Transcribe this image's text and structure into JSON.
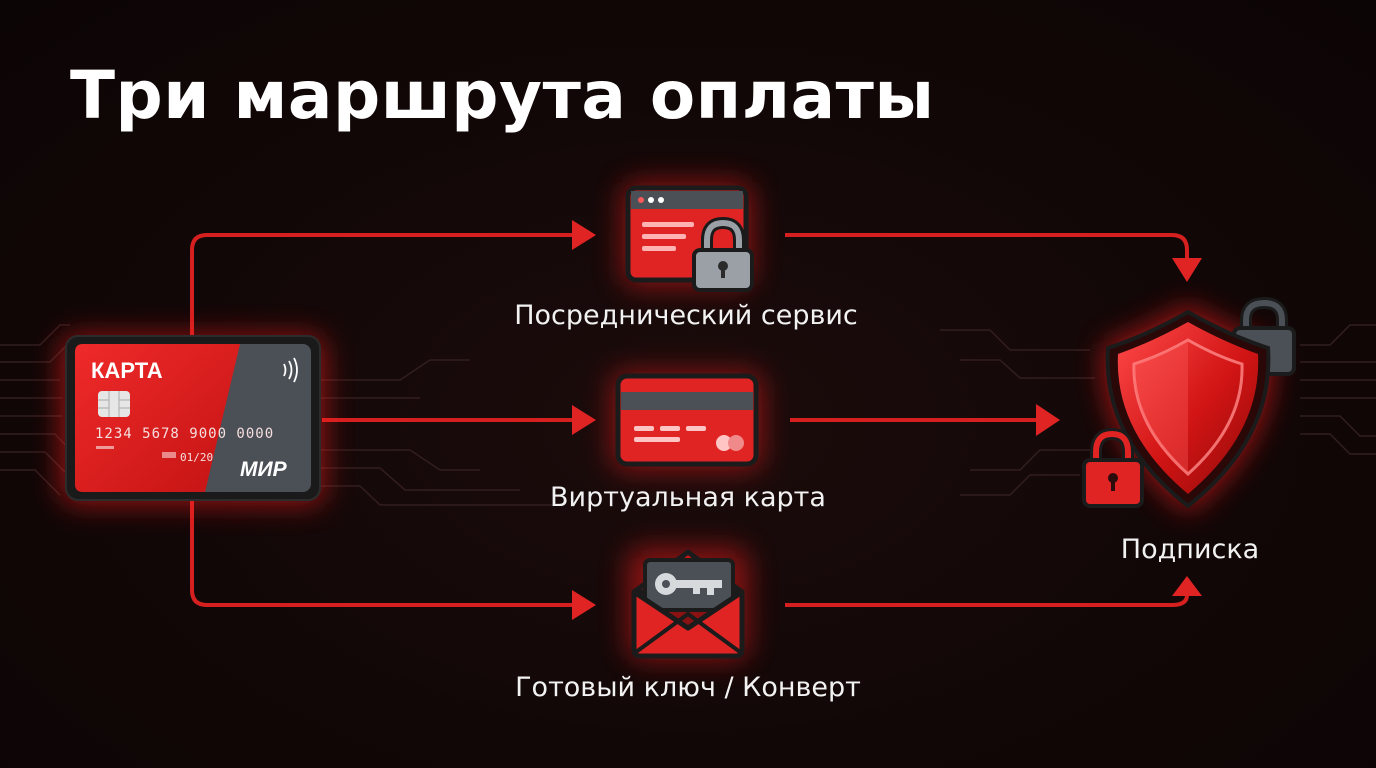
{
  "title": "Три маршрута оплаты",
  "card": {
    "label": "КАРТА",
    "number": "1234 5678 9000 0000",
    "expiry": "01/20",
    "brand": "МИР"
  },
  "routes": [
    {
      "label": "Посреднический сервис",
      "icon": "locked-browser-window-icon"
    },
    {
      "label": "Виртуальная карта",
      "icon": "virtual-card-icon"
    },
    {
      "label": "Готовый ключ / Конверт",
      "icon": "key-envelope-icon"
    }
  ],
  "destination": {
    "label": "Подписка",
    "icon": "shield-lock-icon"
  },
  "colors": {
    "accent": "#e02424",
    "background": "#120707",
    "gray": "#4a4f55",
    "text": "#ffffff"
  }
}
